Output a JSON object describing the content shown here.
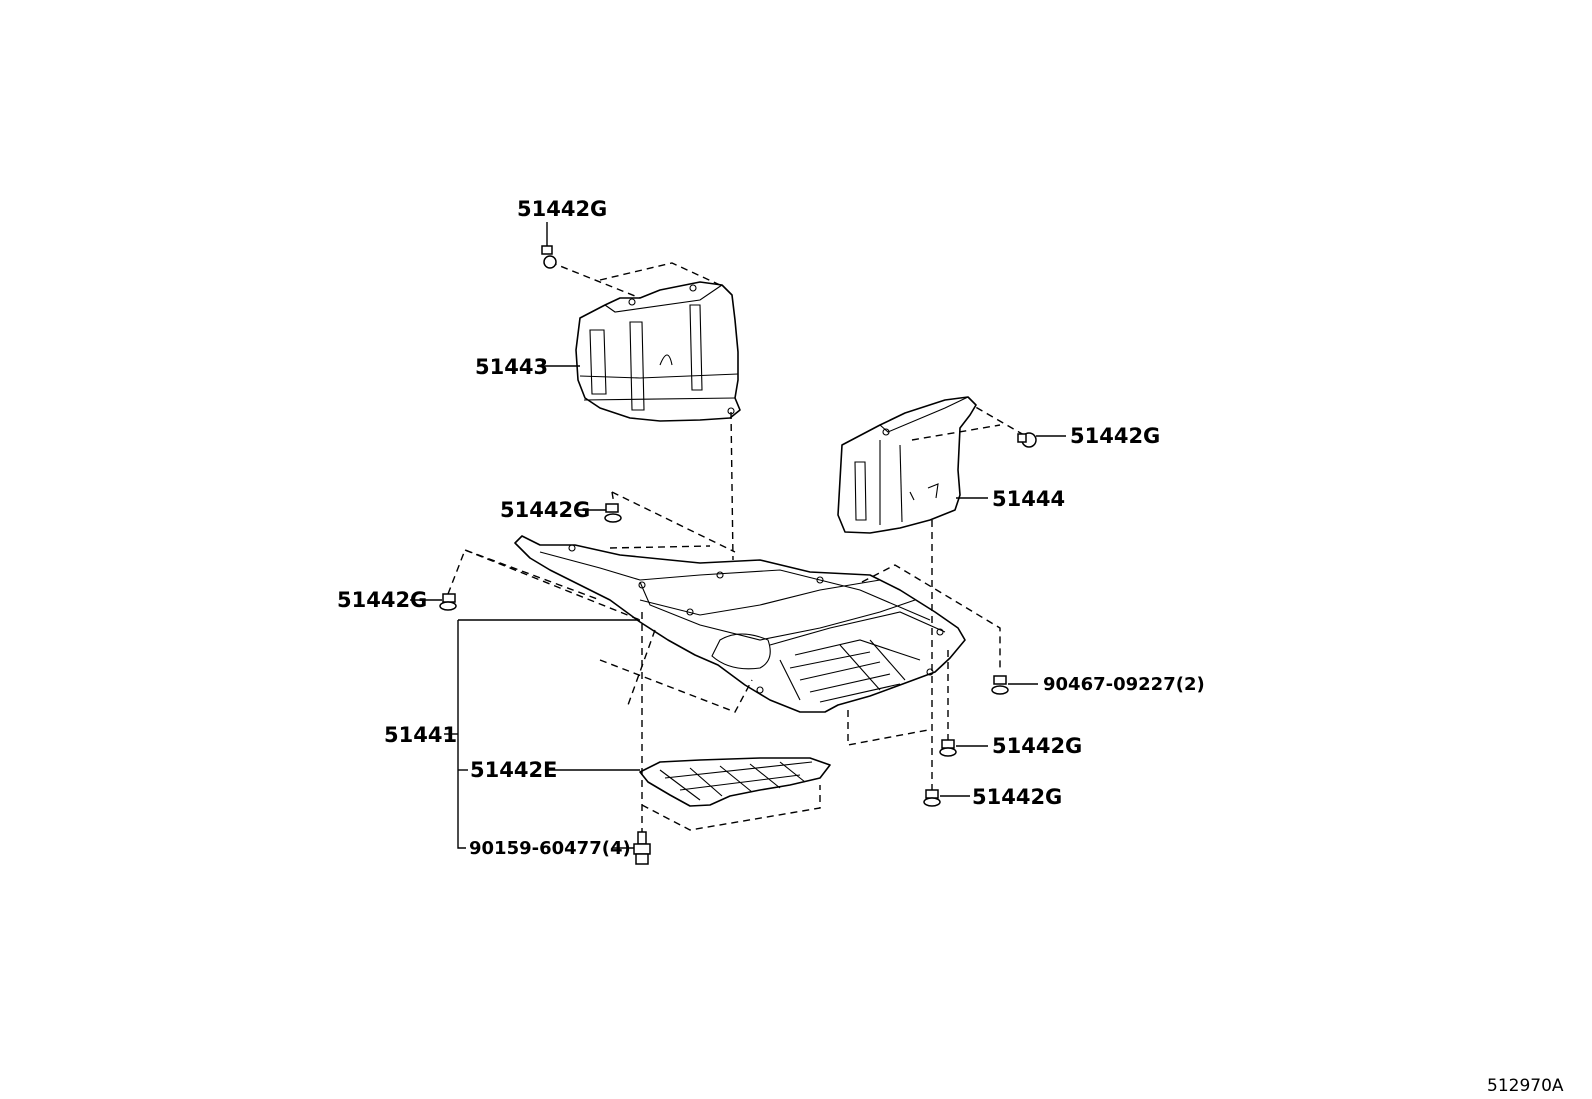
{
  "diagram_id": "512970A",
  "parts": {
    "p51441": "51441",
    "p51442E": "51442E",
    "p51443": "51443",
    "p51444": "51444",
    "p90159": "90159-60477(4)",
    "p90467": "90467-09227(2)",
    "g1": "51442G",
    "g2": "51442G",
    "g3": "51442G",
    "g4": "51442G",
    "g5": "51442G",
    "g6": "51442G"
  }
}
